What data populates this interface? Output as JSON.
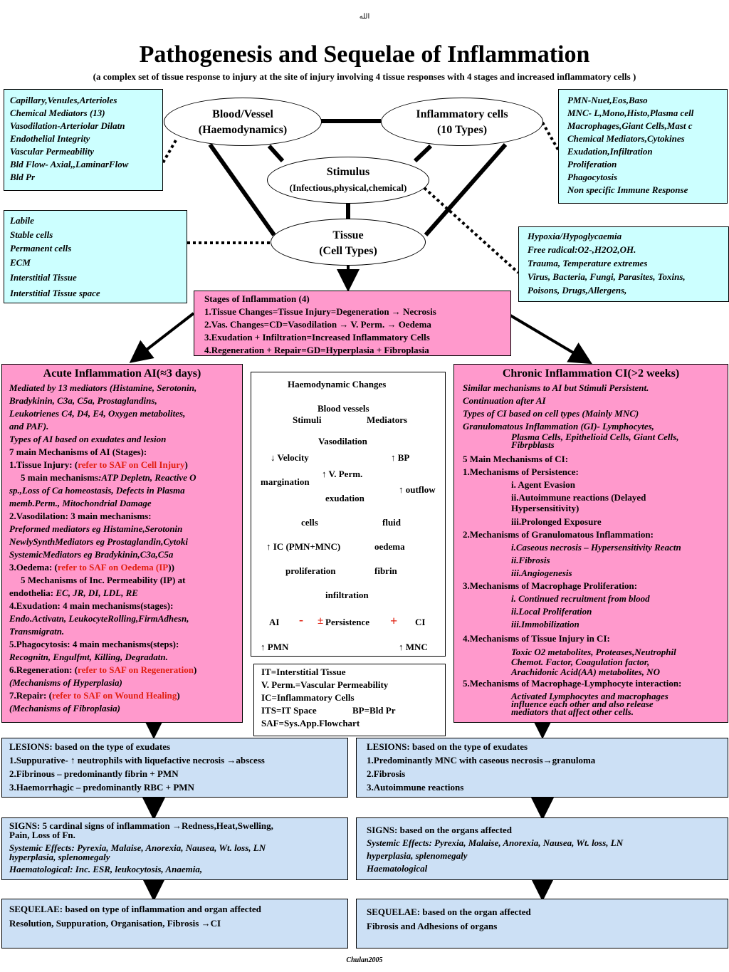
{
  "header": {
    "top_mark": "الله",
    "title": "Pathogenesis and Sequelae of Inflammation",
    "subtitle": "(a complex set of  tissue response to injury at the site of injury involving 4 tissue responses with 4 stages and increased inflammatory cells )"
  },
  "ovals": {
    "blood": {
      "line1": "Blood/Vessel",
      "line2": "(Haemodynamics)"
    },
    "cells": {
      "line1": "Inflammatory cells",
      "line2": "(10 Types)"
    },
    "stimulus": {
      "line1": "Stimulus",
      "line2": "(Infectious,physical,chemical)"
    },
    "tissue": {
      "line1": "Tissue",
      "line2": "(Cell Types)"
    }
  },
  "vessel_box": [
    "Capillary,Venules,Arterioles",
    "Chemical  Mediators (13)",
    "Vasodilation-Arteriolar Dilatn",
    "Endothelial Integrity",
    "Vascular Permeability",
    "Bld Flow- Axial,,LaminarFlow",
    "Bld Pr"
  ],
  "cells_box": [
    "PMN-Nuet,Eos,Baso",
    "MNC- L,Mono,Histo,Plasma cell",
    "Macrophages,Giant Cells,Mast c",
    "Chemical  Mediators,Cytokines",
    "Exudation,Infiltration",
    "Proliferation",
    "Phagocytosis",
    "Non specific Immune Response"
  ],
  "tissue_box": [
    "Labile",
    "Stable cells",
    "Permanent cells",
    "ECM",
    "Interstitial Tissue",
    "Interstitial Tissue space"
  ],
  "stimulus_box": [
    "Hypoxia/Hypoglycaemia",
    "Free radical:O2-,H2O2,OH.",
    "Trauma, Temperature extremes",
    "Virus, Bacteria, Fungi, Parasites, Toxins,",
    "Poisons, Drugs,Allergens,"
  ],
  "stages": [
    "Stages of Inflammation (4)",
    "1.Tissue Changes=Tissue Injury=Degeneration → Necrosis",
    "2.Vas. Changes=CD=Vasodilation → V. Perm. → Oedema",
    "3.Exudation + Infiltration=Increased Inflammatory Cells",
    "4.Regeneration + Repair=GD=Hyperplasia + Fibroplasia"
  ],
  "acute": {
    "title": "Acute Inflammation AI(≈3 days)",
    "mediated": [
      "Mediated by 13 mediators (Histamine, Serotonin,",
      "Bradykinin, C3a, C5a, Prostaglandins,",
      "Leukotrienes C4, D4, E4, Oxygen metabolites,",
      "and PAF).",
      "Types of AI based on exudates and lesion"
    ],
    "mech_title": "7 main Mechanisms of AI (Stages):",
    "tissue_injury_pre": "1.Tissue Injury: (",
    "tissue_injury_ref": "refer to SAF on Cell  Injury",
    "tissue_injury_post": ")",
    "five_mech_label": "5 main mechanisms",
    "five_mech_text": ":ATP Depletn, Reactive O",
    "ti_lines": [
      "sp.,Loss of Ca homeostasis, Defects in Plasma",
      "memb.Perm., Mitochondrial Damage"
    ],
    "vaso": "2.Vasodilation: 3 main mechanisms:",
    "vaso_lines": [
      "Preformed mediators eg Histamine,Serotonin",
      "NewlySynthMediators eg Prostaglandin,Cytoki",
      "SystemicMediators eg Bradykinin,C3a,C5a"
    ],
    "oedema_pre": "3.Oedema: (",
    "oedema_ref": "refer to SAF on Oedema (IP",
    "oedema_post": "))",
    "ip_line1": "5 Mechanisms of Inc. Permeability (IP) at",
    "ip_line2a": "endothelia: ",
    "ip_line2b": "EC, JR, DI, LDL, RE",
    "exud": "4.Exudation: 4 main mechanisms(stages):",
    "exud_lines": [
      "Endo.Activatn, LeukocyteRolling,FirmAdhesn,",
      "Transmigratn."
    ],
    "phago": "5.Phagocytosis: 4 main mechanisms(steps):",
    "phago_line": "Recognitn, Engulfmt, Killing, Degradatn.",
    "regen_pre": "6.Regeneration: (",
    "regen_ref": "refer to SAF on Regeneration",
    "regen_post": ")",
    "regen_line": "(Mechanisms of Hyperplasia)",
    "repair_pre": "7.Repair: (",
    "repair_ref": "refer to SAF on Wound Healing",
    "repair_post": ")",
    "repair_line": "(Mechanisms of Fibroplasia)"
  },
  "chronic": {
    "title": "Chronic Inflammation CI(>2 weeks)",
    "intro": [
      "Similar mechanisms to AI but Stimuli Persistent.",
      "Continuation after AI",
      "Types of CI based on cell types (Mainly MNC)",
      "Granulomatous Inflammation (GI)- Lymphocytes,"
    ],
    "intro_ind": [
      "Plasma Cells, Epithelioid Cells, Giant Cells,",
      "Fibrpblasts"
    ],
    "m5": "5 Main Mechanisms of CI:",
    "m1": "1.Mechanisms of Persistence:",
    "m1_items": [
      "i. Agent Evasion",
      "ii.Autoimmune reactions (Delayed",
      "Hypersensitivity)",
      "iii.Prolonged Exposure"
    ],
    "m2": "2.Mechanisms of Granulomatous Inflammation:",
    "m2_items": [
      "i.Caseous necrosis – Hypersensitivity Reactn",
      "ii.Fibrosis",
      "iii.Angiogenesis"
    ],
    "m3": "3.Mechanisms of Macrophage Proliferation:",
    "m3_items": [
      "i. Continued recruitment from blood",
      "ii.Local Proliferation",
      "iii.Immobilization"
    ],
    "m4": "4.Mechanisms of Tissue Injury in CI:",
    "m4_items": [
      "Toxic O2 metabolites, Proteases,Neutrophil",
      "Chemot. Factor, Coagulation factor,",
      "Arachidonic Acid(AA) metabolites, NO"
    ],
    "m5b": "5.Mechanisms of Macrophage-Lymphocyte interaction:",
    "m5b_items": [
      "Activated Lymphocytes and macrophages",
      "influence each other and also release",
      "mediators that affect other cells."
    ]
  },
  "haemo": {
    "title": "Haemodynamic Changes",
    "blood_vessels": "Blood vessels",
    "stimuli": "Stimuli",
    "mediators": "Mediators",
    "vasodilation": "Vasodilation",
    "velocity": "↓ Velocity",
    "bp": "↑ BP",
    "vperm": "↑ V. Perm.",
    "margination": "margination",
    "outflow": "↑ outflow",
    "exudation": "exudation",
    "cells": "cells",
    "fluid": "fluid",
    "ic": "↑ IC (PMN+MNC)",
    "oedema": "oedema",
    "proliferation": "proliferation",
    "fibrin": "fibrin",
    "infiltration": "infiltration",
    "ai": "AI",
    "minus": "-",
    "pm": "±",
    "persistence": "Persistence",
    "plus": "+",
    "ci": "CI",
    "pmn": "↑ PMN",
    "mnc": "↑ MNC"
  },
  "legend": [
    "IT=Interstitial Tissue",
    "V. Perm.=Vascular Permeability",
    "IC=Inflammatory Cells",
    "ITS=IT Space",
    "BP=Bld Pr",
    "SAF=Sys.App.Flowchart"
  ],
  "lesions_left": [
    "LESIONS: based on the type of exudates",
    "1.Suppurative- ↑ neutrophils with liquefactive necrosis →abscess",
    "2.Fibrinous – predominantly fibrin + PMN",
    "3.Haemorrhagic – predominantly RBC + PMN"
  ],
  "lesions_right": [
    "LESIONS: based on the type of exudates",
    "1.Predominantly MNC with caseous necrosis→granuloma",
    "2.Fibrosis",
    "3.Autoimmune reactions"
  ],
  "signs_left": {
    "l1": "SIGNS: 5 cardinal signs of inflammation →Redness,Heat,Swelling,",
    "l2": "Pain, Loss of Fn.",
    "l3": "Systemic Effects: Pyrexia, Malaise, Anorexia, Nausea, Wt. loss, LN",
    "l4": "hyperplasia, splenomegaly",
    "l5": "Haematological: Inc. ESR, leukocytosis, Anaemia,"
  },
  "signs_right": {
    "l1": "SIGNS: based on the organs affected",
    "l2": "Systemic Effects: Pyrexia, Malaise, Anorexia, Nausea, Wt. loss, LN",
    "l3": "hyperplasia, splenomegaly",
    "l4": "Haematological"
  },
  "sequelae_left": [
    "SEQUELAE: based on type of inflammation and organ affected",
    "Resolution, Suppuration, Organisation, Fibrosis →CI"
  ],
  "sequelae_right": [
    "SEQUELAE: based on the organ affected",
    "Fibrosis and Adhesions of organs"
  ],
  "footer": "Chulan2005"
}
